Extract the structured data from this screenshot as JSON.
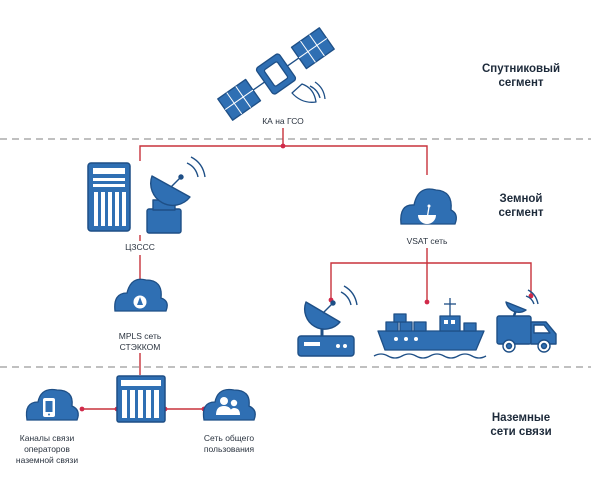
{
  "segments": {
    "satellite": "Спутниковый\nсегмент",
    "ground": "Земной\nсегмент",
    "terrestrial": "Наземные\nсети связи"
  },
  "nodes": {
    "satellite": "КА на ГСО",
    "control_center": "ЦЗССС",
    "vsat": "VSAT сеть",
    "mpls": "MPLS сеть\nСТЭККОМ",
    "operators": "Каналы связи\nоператоров\nназемной связи",
    "public": "Сеть общего\nпользования"
  },
  "colors": {
    "icon_blue": "#2f6fb3",
    "icon_dark": "#1e4f86",
    "link_red": "#c8323c",
    "divider": "#9a9a9a",
    "dot": "#d12a4a"
  }
}
